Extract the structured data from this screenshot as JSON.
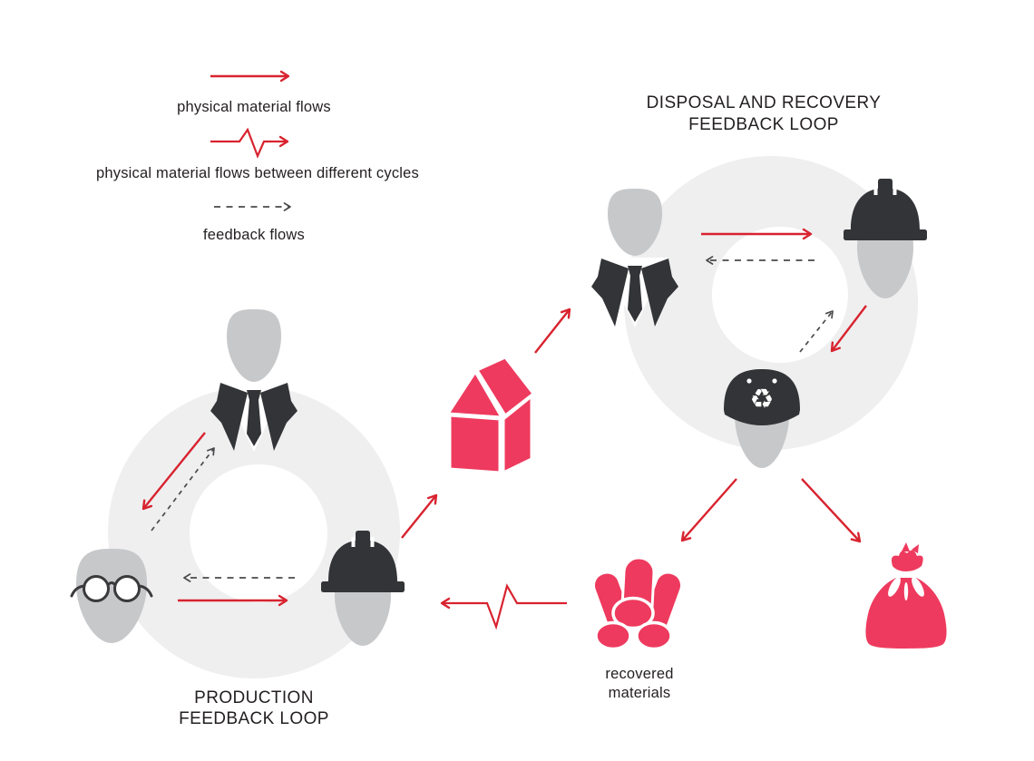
{
  "legend": {
    "items": [
      {
        "id": "physical-flows",
        "icon": "straight-red-arrow-icon",
        "label": "physical material flows"
      },
      {
        "id": "between-cycle-flows",
        "icon": "zigzag-red-arrow-icon",
        "label": "physical material flows between different cycles"
      },
      {
        "id": "feedback-flows",
        "icon": "dashed-gray-arrow-icon",
        "label": "feedback flows"
      }
    ]
  },
  "disposal_loop": {
    "title_line1": "DISPOSAL AND RECOVERY",
    "title_line2": "FEEDBACK LOOP",
    "actors": [
      "businessman-icon",
      "construction-worker-icon",
      "recycler-cap-icon"
    ]
  },
  "production_loop": {
    "title_line1": "PRODUCTION",
    "title_line2": "FEEDBACK LOOP",
    "actors": [
      "businessman-icon",
      "designer-with-glasses-icon",
      "construction-worker-icon"
    ]
  },
  "labels": {
    "recovered_line1": "recovered",
    "recovered_line2": "materials"
  },
  "nodes": [
    "house-icon",
    "recovered-materials-icon",
    "garbage-bag-icon"
  ],
  "palette": {
    "arrow_red": "#d8232f",
    "icon_pink": "#ee3a5e",
    "ring_gray": "#efeff0",
    "head_gray": "#c7c8ca",
    "dark": "#333437",
    "dashed_gray": "#4a4a4c",
    "text": "#231f20"
  },
  "flows": [
    {
      "from": "businessman",
      "to": "construction-worker",
      "loop": "disposal",
      "type": "physical"
    },
    {
      "from": "construction-worker",
      "to": "businessman",
      "loop": "disposal",
      "type": "feedback"
    },
    {
      "from": "construction-worker",
      "to": "recycler",
      "loop": "disposal",
      "type": "physical"
    },
    {
      "from": "recycler",
      "to": "construction-worker",
      "loop": "disposal",
      "type": "feedback"
    },
    {
      "from": "businessman",
      "to": "designer-with-glasses",
      "loop": "production",
      "type": "physical"
    },
    {
      "from": "designer-with-glasses",
      "to": "businessman",
      "loop": "production",
      "type": "feedback"
    },
    {
      "from": "designer-with-glasses",
      "to": "construction-worker",
      "loop": "production",
      "type": "physical"
    },
    {
      "from": "construction-worker",
      "to": "designer-with-glasses",
      "loop": "production",
      "type": "feedback"
    },
    {
      "from": "production-loop",
      "to": "house",
      "type": "physical"
    },
    {
      "from": "house",
      "to": "disposal-loop",
      "type": "physical"
    },
    {
      "from": "recycler",
      "to": "recovered-materials",
      "type": "physical"
    },
    {
      "from": "recycler",
      "to": "garbage-bag",
      "type": "physical"
    },
    {
      "from": "recovered-materials",
      "to": "production-loop",
      "type": "between-cycles"
    }
  ]
}
